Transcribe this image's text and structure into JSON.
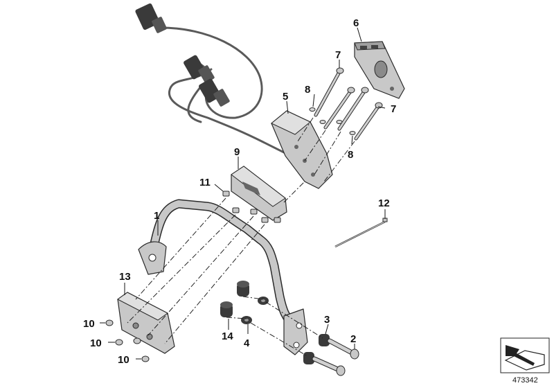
{
  "callouts": {
    "c1": "1",
    "c2": "2",
    "c3": "3",
    "c4": "4",
    "c5": "5",
    "c6": "6",
    "c7a": "7",
    "c7b": "7",
    "c8a": "8",
    "c8b": "8",
    "c9": "9",
    "c10a": "10",
    "c10b": "10",
    "c10c": "10",
    "c11": "11",
    "c12": "12",
    "c13": "13",
    "c14": "14"
  },
  "diagram_number": "473342",
  "colors": {
    "part_fill": "#c8c8c8",
    "part_dark": "#8a8a8a",
    "outline": "#2a2a2a",
    "cable": "#5a5a5a",
    "plug": "#3a3a3a"
  },
  "icons": {
    "corner_badge": "arrow-page-icon"
  }
}
